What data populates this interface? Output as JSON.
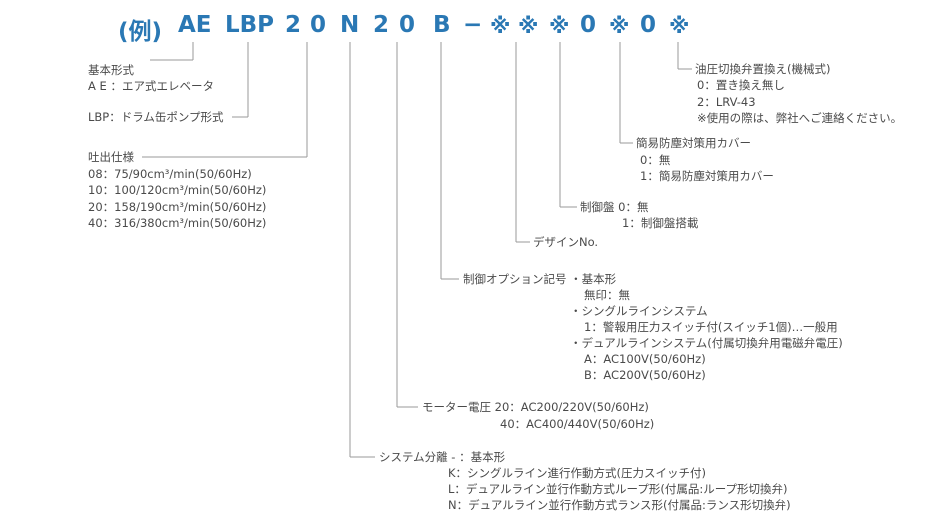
{
  "code": {
    "prefix": "(例)",
    "seg_ae": "AE",
    "seg_lbp": "LBP",
    "d1": "2",
    "d2": "0",
    "n1": "N",
    "d3": "2",
    "d4": "0",
    "b1": "B",
    "dash": "−",
    "s1": "※",
    "s2": "※",
    "s3": "※",
    "z1": "0",
    "s4": "※",
    "z2": "0",
    "s5": "※"
  },
  "basic": {
    "title": "基本形式",
    "ae": "A E ：エア式エレベータ",
    "lbp": "LBP：ドラム缶ポンプ形式"
  },
  "discharge": {
    "title": "吐出仕様",
    "rows": [
      "08：75/90cm³/min(50/60Hz)",
      "10：100/120cm³/min(50/60Hz)",
      "20：158/190cm³/min(50/60Hz)",
      "40：316/380cm³/min(50/60Hz)"
    ]
  },
  "oil": {
    "title": "油圧切換弁置換え(機械式)",
    "rows": [
      "0：置き換え無し",
      "2：LRV-43",
      "※使用の際は、弊社へご連絡ください。"
    ]
  },
  "dust": {
    "title": "簡易防塵対策用カバー",
    "rows": [
      "0：無",
      "1：簡易防塵対策用カバー"
    ]
  },
  "panel": {
    "row1": "制御盤 0：無",
    "row2": "1：制御盤搭載"
  },
  "design": {
    "label": "デザインNo."
  },
  "option": {
    "title": "制御オプション記号 ・基本形",
    "rows": [
      "無印：無",
      "・シングルラインシステム",
      "1：警報用圧力スイッチ付(スイッチ1個)…一般用",
      "・デュアルラインシステム(付属切換弁用電磁弁電圧)",
      "A：AC100V(50/60Hz)",
      "B：AC200V(50/60Hz)"
    ]
  },
  "motor": {
    "row1": "モーター電圧 20：AC200/220V(50/60Hz)",
    "row2": "40：AC400/440V(50/60Hz)"
  },
  "system": {
    "row1": "システム分離 - ：基本形",
    "rows": [
      "K：シングルライン進行作動方式(圧力スイッチ付)",
      "L：デュアルライン並行作動方式ループ形(付属品:ループ形切換弁)",
      "N：デュアルライン並行作動方式ランス形(付属品:ランス形切換弁)"
    ]
  }
}
